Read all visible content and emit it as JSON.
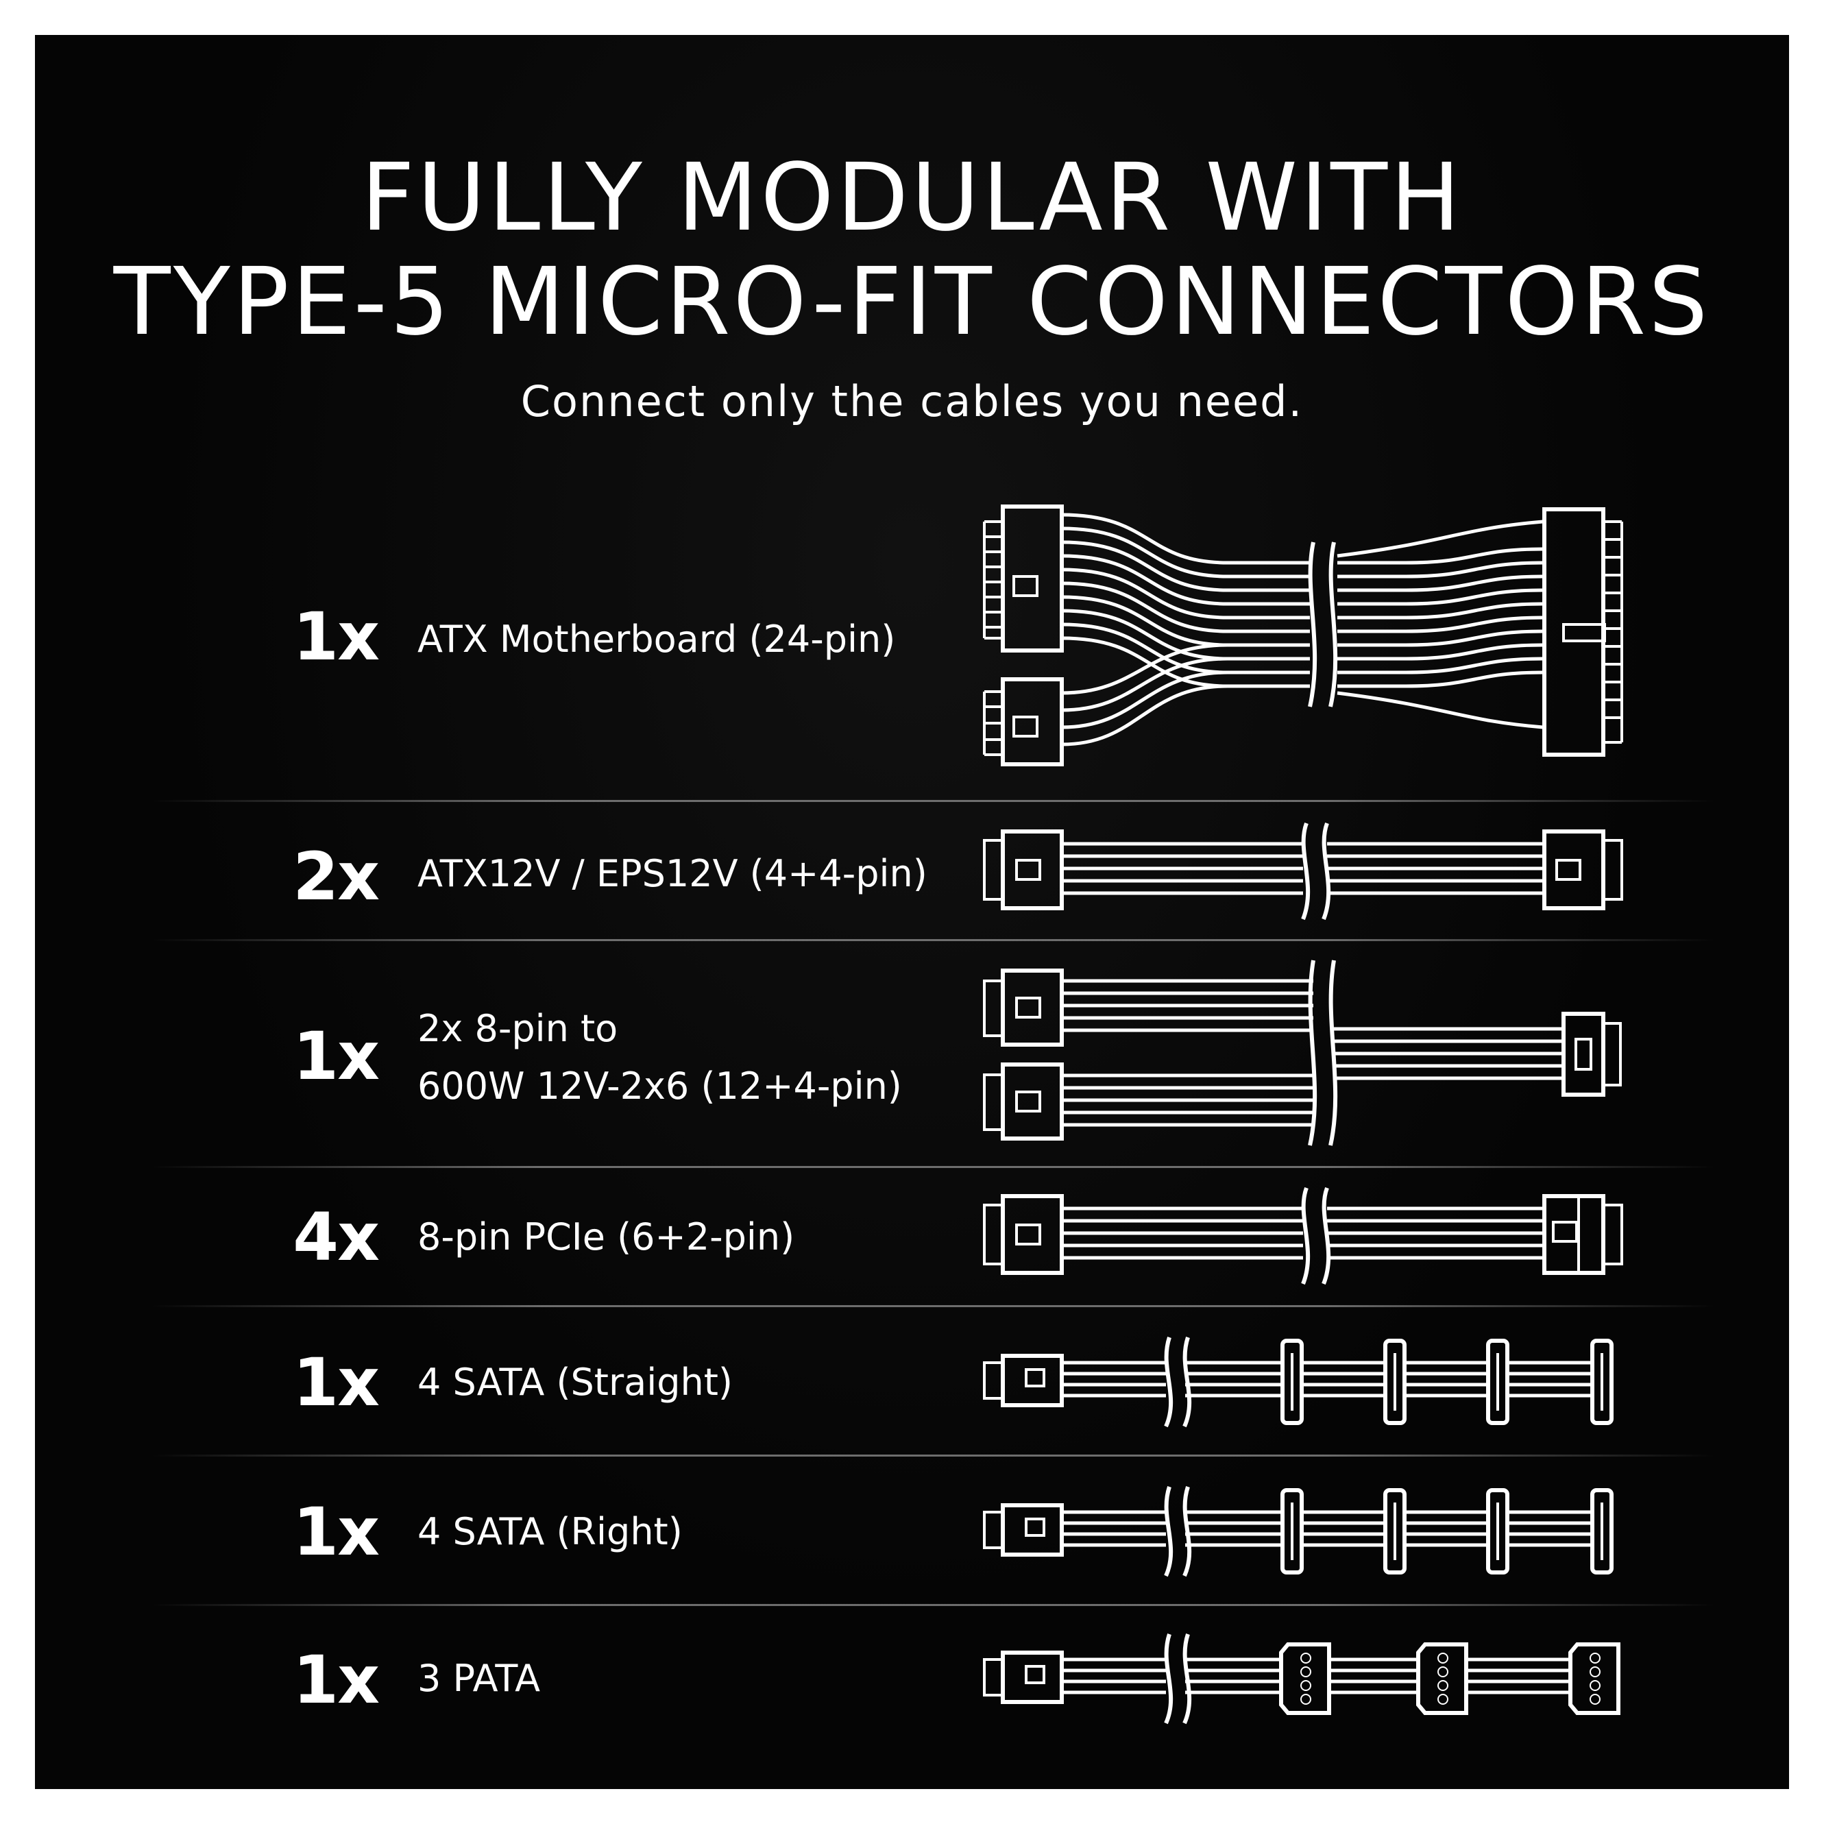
{
  "header": {
    "title_line1": "FULLY MODULAR WITH",
    "title_line2": "TYPE-5 MICRO-FIT CONNECTORS",
    "subtitle": "Connect only the cables you need."
  },
  "cables": [
    {
      "qty": "1x",
      "label_line1": "ATX Motherboard (24-pin)",
      "label_line2": "",
      "icon": "atx-24pin-cable-icon"
    },
    {
      "qty": "2x",
      "label_line1": "ATX12V / EPS12V (4+4-pin)",
      "label_line2": "",
      "icon": "eps12v-cable-icon"
    },
    {
      "qty": "1x",
      "label_line1": "2x 8-pin to",
      "label_line2": "600W 12V-2x6 (12+4-pin)",
      "icon": "12v-2x6-cable-icon"
    },
    {
      "qty": "4x",
      "label_line1": "8-pin PCIe (6+2-pin)",
      "label_line2": "",
      "icon": "pcie-8pin-cable-icon"
    },
    {
      "qty": "1x",
      "label_line1": "4 SATA (Straight)",
      "label_line2": "",
      "icon": "sata-straight-cable-icon"
    },
    {
      "qty": "1x",
      "label_line1": "4 SATA (Right)",
      "label_line2": "",
      "icon": "sata-right-cable-icon"
    },
    {
      "qty": "1x",
      "label_line1": "3 PATA",
      "label_line2": "",
      "icon": "pata-cable-icon"
    }
  ],
  "colors": {
    "background": "#050505",
    "text": "#ffffff",
    "divider": "#787878"
  }
}
